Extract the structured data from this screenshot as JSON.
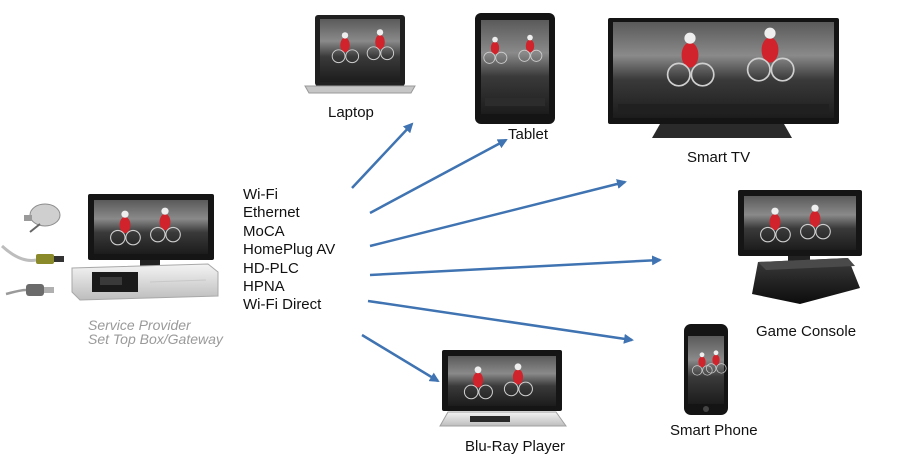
{
  "source": {
    "caption_line1": "Service Provider",
    "caption_line2": "Set Top Box/Gateway"
  },
  "networks": [
    "Wi-Fi",
    "Ethernet",
    "MoCA",
    "HomePlug AV",
    "HD-PLC",
    "HPNA",
    "Wi-Fi Direct"
  ],
  "devices": {
    "laptop": "Laptop",
    "tablet": "Tablet",
    "smart_tv": "Smart TV",
    "game_console": "Game Console",
    "smart_phone": "Smart Phone",
    "bluray": "Blu-Ray Player"
  },
  "colors": {
    "arrow": "#3f73b1",
    "screen_dark": "#1b1b1b",
    "bezel": "#2a2a2a",
    "box_silver": "#e4e4e4"
  }
}
